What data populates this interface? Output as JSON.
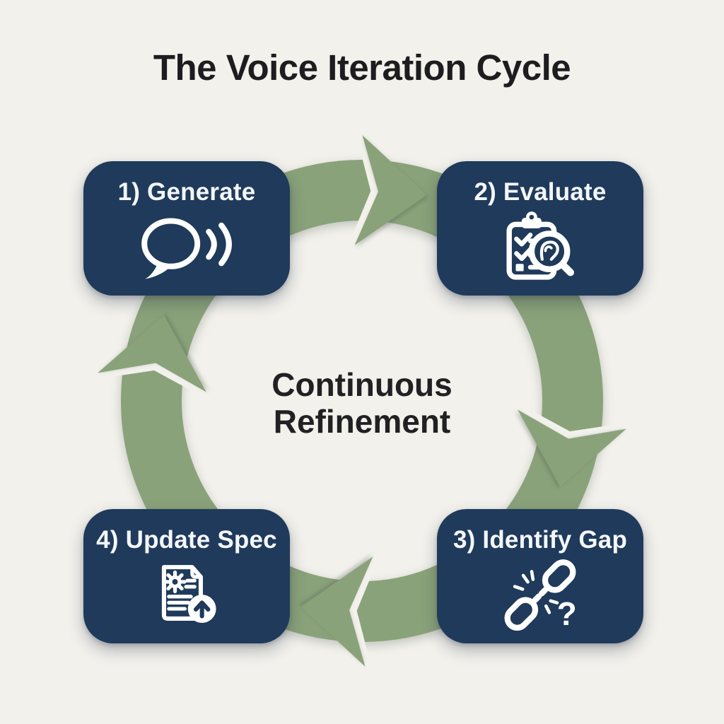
{
  "title": "The Voice Iteration Cycle",
  "center_label": {
    "line1": "Continuous",
    "line2": "Refinement"
  },
  "steps": [
    {
      "label": "1) Generate",
      "icon": "speech-bubble-sound-waves"
    },
    {
      "label": "2) Evaluate",
      "icon": "clipboard-checklist-ear-magnifier"
    },
    {
      "label": "3) Identify Gap",
      "icon": "broken-chain-link-question"
    },
    {
      "label": "4) Update Spec",
      "icon": "spec-document-gear-upload"
    }
  ],
  "cycle": {
    "direction": "clockwise",
    "arrow_count": 4
  },
  "icon_glyphs": {
    "identify_gap_question_mark": "?"
  },
  "colors": {
    "background": "#f2f1ec",
    "box_fill": "#1f3a5a",
    "box_text": "#f4f6fa",
    "arrow_green": "#8aa27a",
    "title_text": "#1d1d1f",
    "center_text": "#212124",
    "icon_stroke": "#ffffff"
  }
}
